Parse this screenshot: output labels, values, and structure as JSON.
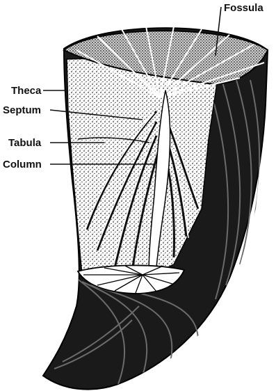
{
  "diagram": {
    "colors": {
      "ink": "#111111",
      "paper": "#ffffff",
      "stipple": "#444444"
    },
    "labels": {
      "fossula": "Fossula",
      "theca": "Theca",
      "septum": "Septum",
      "tabula": "Tabula",
      "column": "Column"
    }
  }
}
